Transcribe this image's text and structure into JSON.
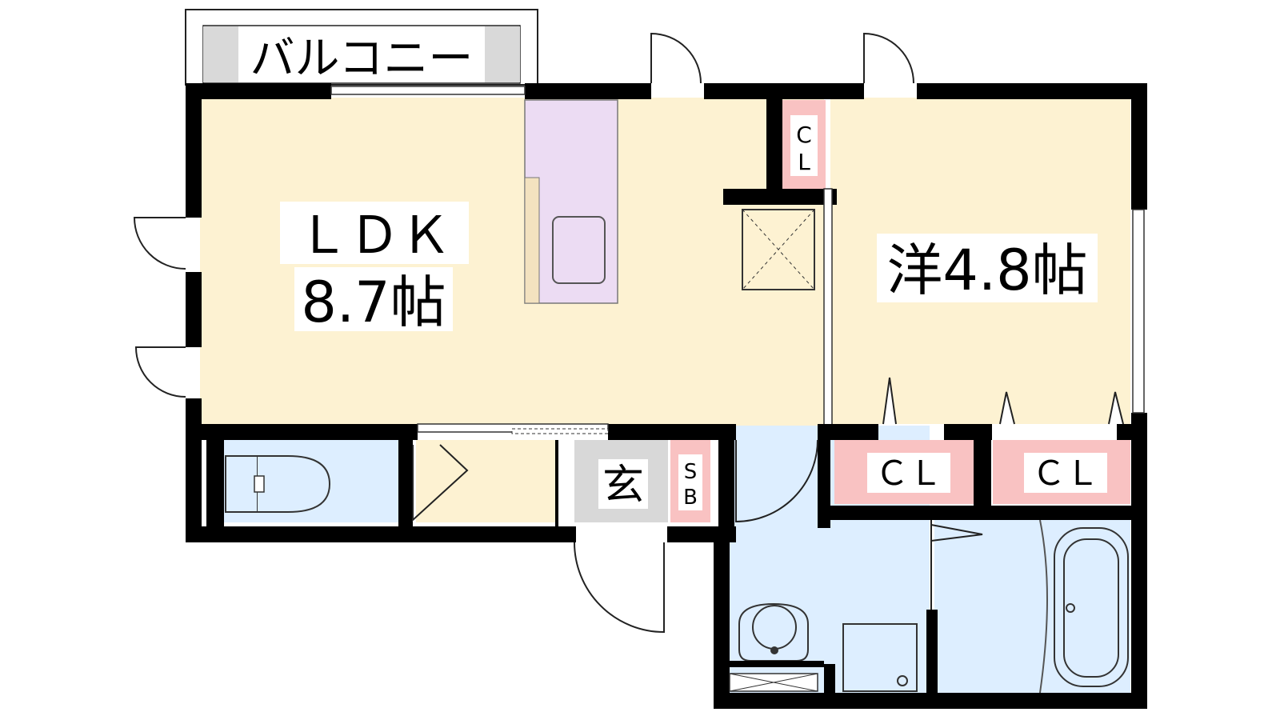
{
  "labels": {
    "balcony": "バルコニー",
    "ldk_name": "ＬＤＫ",
    "ldk_size": "8.7帖",
    "western_room": "洋4.8帖",
    "closet_top": [
      "C",
      "L"
    ],
    "closet_left": "ＣＬ",
    "closet_right": "ＣＬ",
    "entrance": "玄",
    "shoe_box": [
      "S",
      "B"
    ]
  },
  "colors": {
    "wall": "#000000",
    "floor_room": "#fdf2d2",
    "wet_area": "#ddeeff",
    "closet": "#f9c2c2",
    "kitchen": "#ecdcf3",
    "entrance": "#d8d8d8",
    "balcony_side": "#d9d9d9"
  }
}
